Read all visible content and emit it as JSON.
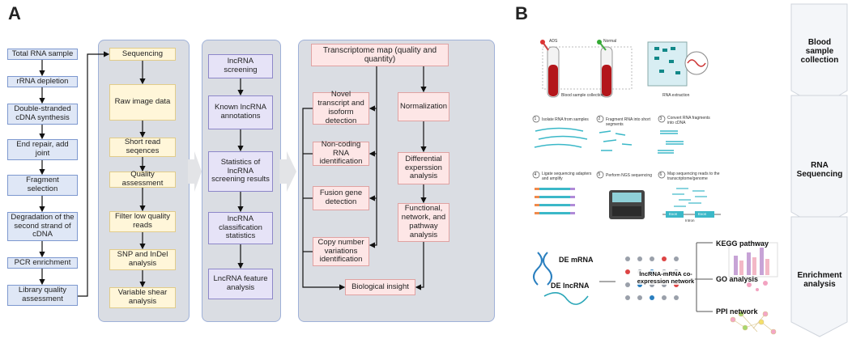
{
  "panels": {
    "a": "A",
    "b": "B"
  },
  "col1": [
    "Total RNA sample",
    "rRNA depletion",
    "Double-stranded cDNA synthesis",
    "End repair, add joint",
    "Fragment selection",
    "Degradation of the second strand of cDNA",
    "PCR enrichment",
    "Library quality assessment"
  ],
  "col2": [
    "Sequencing",
    "Raw image data",
    "Short read seqences",
    "Quality assessment",
    "Filter low quality reads",
    "SNP and InDel analysis",
    "Variable shear analysis"
  ],
  "col3": [
    "lncRNA screening",
    "Known lncRNA annotations",
    "Statistics of lncRNA screening results",
    "lncRNA classification statistics",
    "LncRNA feature analysis"
  ],
  "col4": {
    "top": "Transcriptome map (quality and quantity)",
    "left": [
      "Novel transcript and isoform detection",
      "Non-coding RNA identification",
      "Fusion gene detection",
      "Copy number variations identification"
    ],
    "right": [
      "Normalization",
      "Differential experssion analysis",
      "Functional, network, and pathway analysis"
    ],
    "bottom": "Biological insight"
  },
  "b": {
    "stages": [
      "Blood sample collection",
      "RNA Sequencing",
      "Enrichment analysis"
    ],
    "blood": {
      "ad": "ADS",
      "normal": "Normal",
      "caption1": "Blood sample collection",
      "caption2": "RNA extraction"
    },
    "seq_steps": [
      "Isolate RNA from samples",
      "Fragment RNA into short segments",
      "Convert RNA fragments into cDNA",
      "Ligate sequencing adapters and amplify",
      "Perform NGS sequencing",
      "Map sequencing reads to the transcriptome/genome"
    ],
    "seq_nums": [
      "1",
      "2",
      "3",
      "4",
      "5",
      "6"
    ],
    "exon": "Exon",
    "intron": "Intron",
    "enrich": {
      "de_mrna": "DE mRNA",
      "de_lncrna": "DE lncRNA",
      "network": "lncRNA-mRNA co-expression network",
      "kegg": "KEGG pathway",
      "go": "GO analysis",
      "ppi": "PPI network"
    }
  },
  "colors": {
    "blue_box": "#dfe7f6",
    "yellow_box": "#fff6d9",
    "pink_box": "#fde6e6",
    "purple_box": "#e6e3f7",
    "group_bg": "#dadde3"
  }
}
